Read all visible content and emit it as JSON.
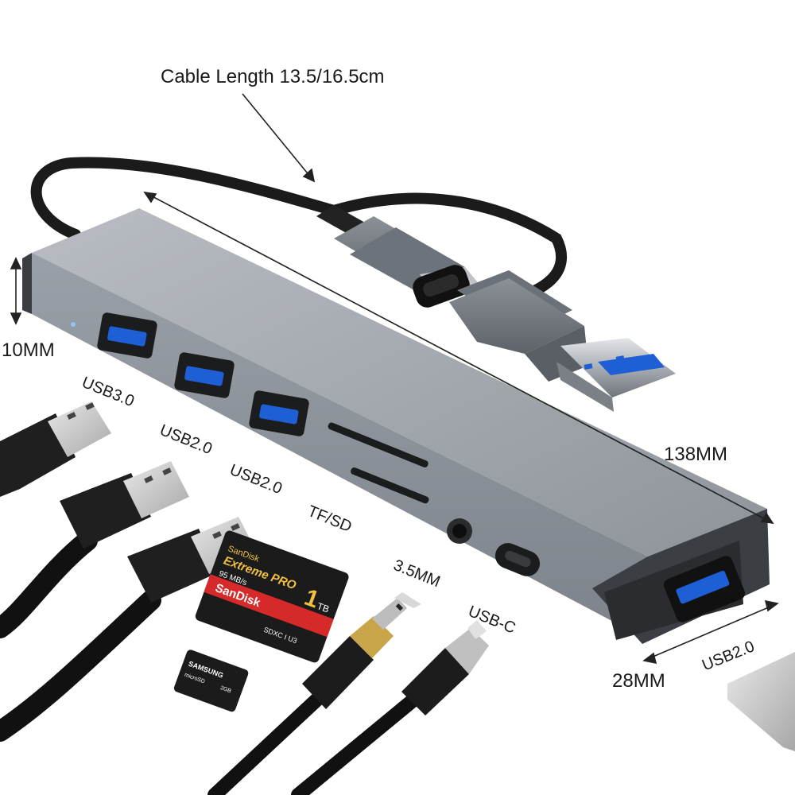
{
  "labels": {
    "cable_length": "Cable Length 13.5/16.5cm",
    "thickness": "10MM",
    "length": "138MM",
    "width": "28MM",
    "port_usb30": "USB3.0",
    "port_usb20_a": "USB2.0",
    "port_usb20_b": "USB2.0",
    "port_tfsd": "TF/SD",
    "port_audio": "3.5MM",
    "port_usbc": "USB-C",
    "port_side_usb20": "USB2.0"
  },
  "sd_card": {
    "brand_top": "SanDisk",
    "series": "Extreme PRO",
    "speed": "95 MB/s",
    "capacity": "1",
    "capacity_unit": "TB",
    "brand_strip": "SanDisk",
    "class_marks": "SDXC I U3"
  },
  "microsd_card": {
    "brand": "SAMSUNG",
    "sub": "microSD",
    "capacity": "2GB"
  },
  "colors": {
    "hub_top": "#a4a8ae",
    "hub_front": "#8b9097",
    "port_blue": "#1e5fd6",
    "cable": "#1b1b1b",
    "sd_red": "#d62a2a"
  }
}
